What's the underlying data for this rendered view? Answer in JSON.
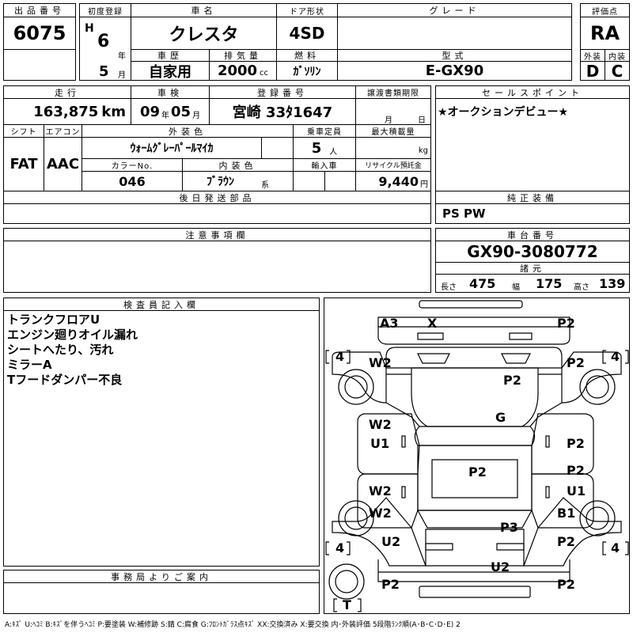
{
  "lot": {
    "label": "出品番号",
    "value": "6075"
  },
  "first_reg": {
    "label": "初度登録",
    "era": "H",
    "year": "6",
    "year_unit": "年",
    "month": "5",
    "month_unit": "月"
  },
  "car_name": {
    "label": "車名",
    "value": "クレスタ"
  },
  "door": {
    "label": "ドア形状",
    "value": "4SD"
  },
  "grade": {
    "label": "グレード",
    "value": ""
  },
  "score": {
    "label": "評価点",
    "value": "RA"
  },
  "exterior_score": {
    "label": "外装",
    "value": "D"
  },
  "interior_score": {
    "label": "内装",
    "value": "C"
  },
  "history": {
    "label": "車歴",
    "value": "自家用"
  },
  "displacement": {
    "label": "排気量",
    "value": "2000",
    "unit": "cc"
  },
  "fuel": {
    "label": "燃料",
    "value": "ｶﾞｿﾘﾝ"
  },
  "model": {
    "label": "型式",
    "value": "E-GX90"
  },
  "mileage": {
    "label": "走行",
    "value": "163,875",
    "unit": "km"
  },
  "inspection": {
    "label": "車検",
    "year": "09",
    "year_unit": "年",
    "month": "05",
    "month_unit": "月"
  },
  "registration": {
    "label": "登録番号",
    "value": "宮崎 33ﾀ1647"
  },
  "transfer": {
    "label": "譲渡書類期限",
    "month_unit": "月",
    "day_unit": "日"
  },
  "sales_point": {
    "label": "セールスポイント",
    "value": "★オークションデビュー★"
  },
  "shift": {
    "label": "シフト",
    "value": "FAT"
  },
  "aircon": {
    "label": "エアコン",
    "value": "AAC"
  },
  "ext_color": {
    "label": "外装色",
    "value": "ｳｫｰﾑｸﾞﾚｰﾊﾟｰﾙﾏｲｶ"
  },
  "capacity": {
    "label": "乗車定員",
    "value": "5",
    "unit": "人"
  },
  "max_load": {
    "label": "最大積載量",
    "value": "",
    "unit": "kg"
  },
  "color_no": {
    "label": "カラーNo.",
    "value": "046"
  },
  "int_color": {
    "label": "内装色",
    "value": "ﾌﾞﾗｳﾝ",
    "unit": "系"
  },
  "import": {
    "label": "輸入車",
    "value": ""
  },
  "recycle": {
    "label": "リサイクル預託金",
    "value": "9,440",
    "unit": "円"
  },
  "later_parts": {
    "label": "後日発送部品",
    "value": ""
  },
  "genuine_equip": {
    "label": "純正装備",
    "value": "PS PW"
  },
  "notes": {
    "label": "注意事項欄",
    "value": ""
  },
  "chassis": {
    "label": "車台番号",
    "value": "GX90-3080772"
  },
  "specs": {
    "label": "諸元",
    "length_label": "長さ",
    "length": "475",
    "width_label": "幅",
    "width": "175",
    "height_label": "高さ",
    "height": "139"
  },
  "inspector": {
    "label": "検査員記入欄",
    "lines": [
      "トランクフロアU",
      "エンジン廻りオイル漏れ",
      "シートへたり、汚れ",
      "ミラーA",
      "Tフードダンパー不良"
    ]
  },
  "office": {
    "label": "事務局よりご案内",
    "value": ""
  },
  "diagram_marks": {
    "a3": "A3",
    "x": "X",
    "p2_fr": "P2",
    "w2_fl_fender": "W2",
    "p2_fr_fender": "P2",
    "p2_hood": "P2",
    "g": "G",
    "w2_fl_door": "W2",
    "u1_fl_door": "U1",
    "p2_fr_door": "P2",
    "p2_roof": "P2",
    "w2_rl_door": "W2",
    "p2_rr_door": "P2",
    "u1_rr_door": "U1",
    "w2_rl_qtr": "W2",
    "b1_rr_qtr": "B1",
    "p3_trunk": "P3",
    "u2_rl": "U2",
    "p2_rr": "P2",
    "u2_rear": "U2",
    "p2_rear_l": "P2",
    "p2_rear_r": "P2"
  },
  "tires": {
    "fl": "4",
    "fr": "4",
    "rl": "4",
    "rr": "4",
    "spare": "T"
  },
  "legend": "A:ｷｽﾞ U:ﾍｺﾐ B:ｷｽﾞを伴うﾍｺﾐ P:要塗装 W:補修跡 S:錆 C:腐食 G:ﾌﾛﾝﾄｶﾞﾗｽ点ｷｽﾞ XX:交換済み X:要交換 内･外装評価 5段階ﾗﾝｸ順(A･B･C･D･E) 2"
}
